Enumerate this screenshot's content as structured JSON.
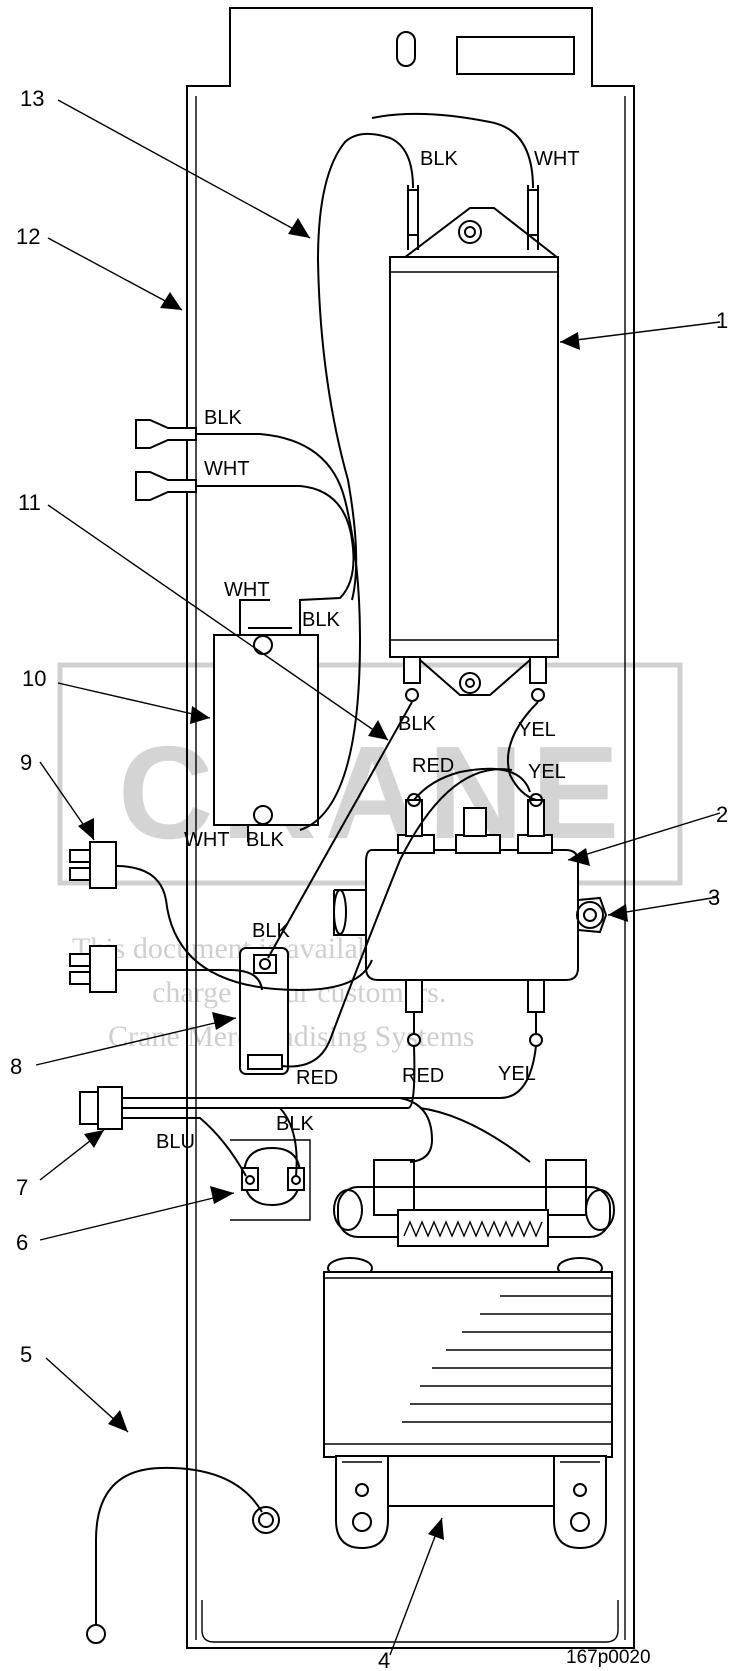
{
  "callouts": [
    "1",
    "2",
    "3",
    "4",
    "5",
    "6",
    "7",
    "8",
    "9",
    "10",
    "11",
    "12",
    "13"
  ],
  "wire_labels": {
    "top_blk": "BLK",
    "top_wht": "WHT",
    "left_blk": "BLK",
    "left_wht": "WHT",
    "relay_wht": "WHT",
    "relay_blk": "BLK",
    "relay_bottom_wht": "WHT",
    "relay_bottom_blk": "BLK",
    "filter_blk": "BLK",
    "filter_yel": "YEL",
    "module_red": "RED",
    "module_yel": "YEL",
    "switch_blk": "BLK",
    "switch_red": "RED",
    "lower_red": "RED",
    "lower_yel": "YEL",
    "harness_blk": "BLK",
    "harness_blu": "BLU"
  },
  "watermark": {
    "brand": "CRANE",
    "line1": "This document is available free of",
    "line2": "charge to our customers.",
    "line3": "Crane Merchandising Systems"
  },
  "reference_code": "167p0020"
}
